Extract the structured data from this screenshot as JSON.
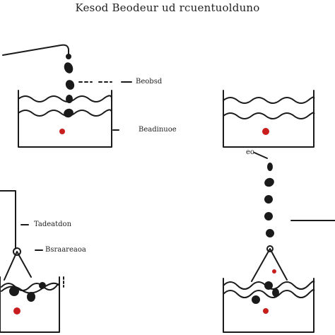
{
  "header": {
    "title": "Kesod Beodeur ud rcuentuolduno"
  },
  "labels": {
    "top_left_upper": "Beobsd",
    "top_left_lower": "Beadinuoe",
    "top_right_small": "eo",
    "bottom_left_upper": "Tadeatdon",
    "bottom_left_lower": "Bsraareaoa"
  },
  "colors": {
    "ink": "#1a1a1a",
    "water_line": "#222222",
    "drop_red": "#c81e1e",
    "background": "#ffffff"
  },
  "icons": [
    "beaker-icon",
    "funnel-icon",
    "droplet-icon",
    "dropper-tube-icon"
  ]
}
